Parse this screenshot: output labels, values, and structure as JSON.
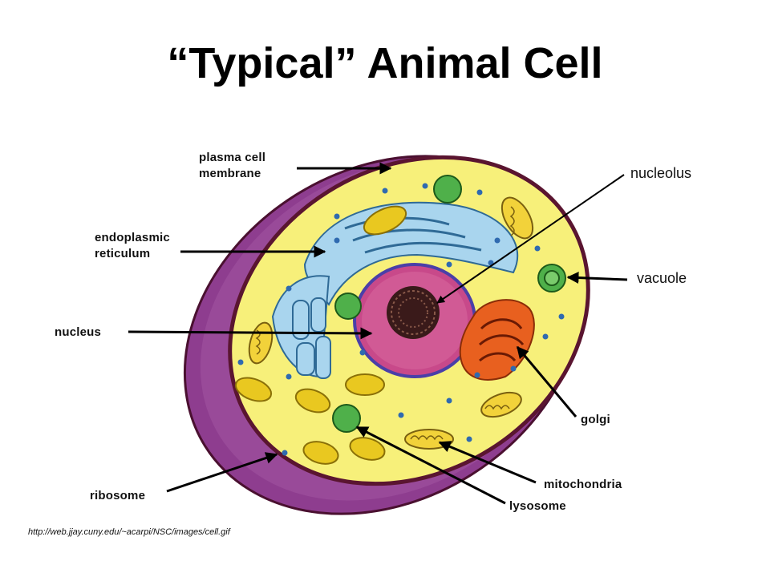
{
  "title": "“Typical” Animal Cell",
  "labels": {
    "plasma_membrane_line1": "plasma cell",
    "plasma_membrane_line2": "membrane",
    "er_line1": "endoplasmic",
    "er_line2": "reticulum",
    "nucleus": "nucleus",
    "ribosome": "ribosome",
    "nucleolus": "nucleolus",
    "vacuole": "vacuole",
    "golgi": "golgi",
    "mitochondria": "mitochondria",
    "lysosome": "lysosome"
  },
  "source_url": "http://web.jjay.cuny.edu/~acarpi/NSC/images/cell.gif",
  "colors": {
    "membrane_outer": "#8e3d8f",
    "membrane_border": "#4a1030",
    "cytoplasm": "#f7f07a",
    "nucleus": "#c8498a",
    "nucleolus": "#3a1a1a",
    "er": "#a9d5ee",
    "vacuole": "#4fb04a",
    "golgi": "#e8601f",
    "mitochondria": "#f2d23a"
  }
}
